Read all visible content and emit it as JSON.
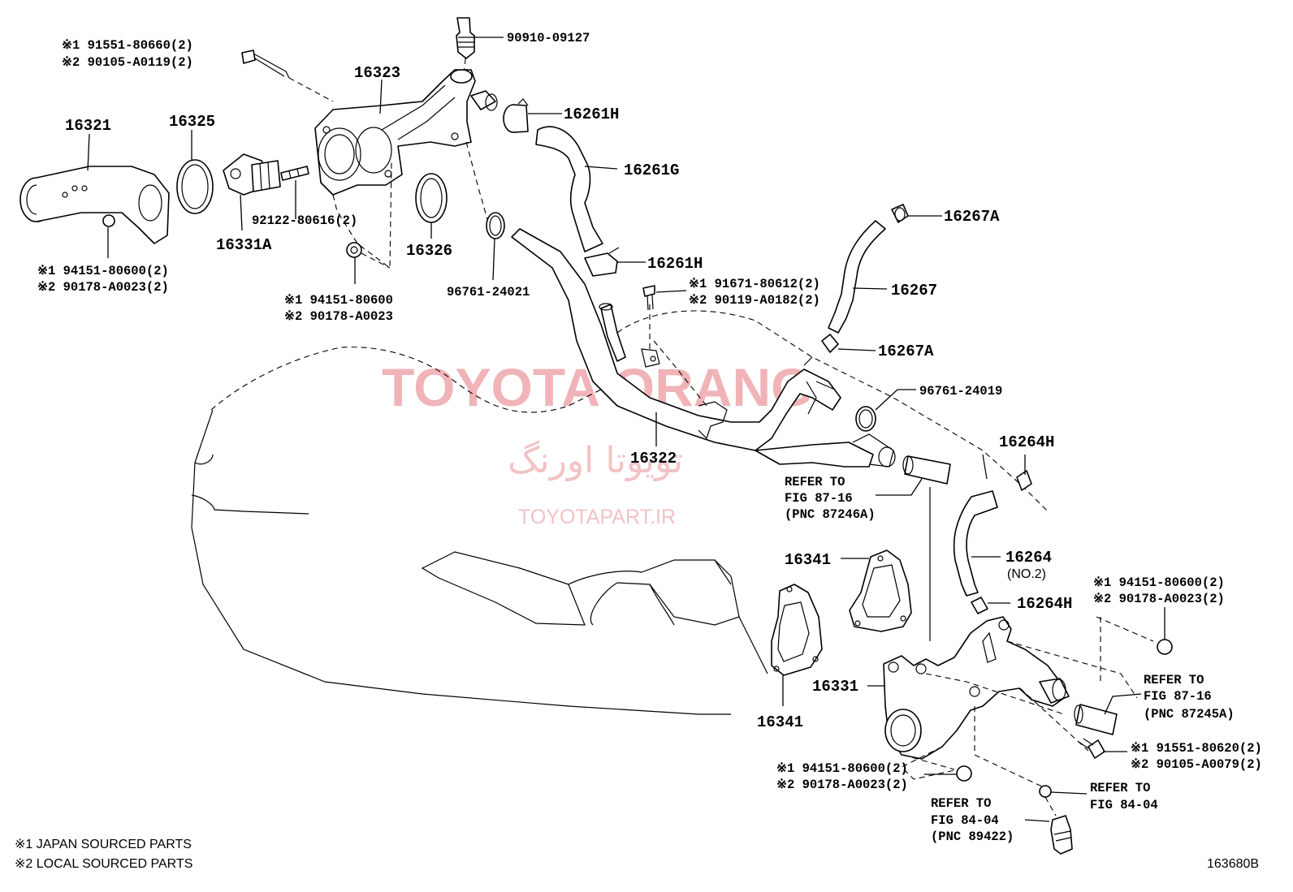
{
  "watermark": {
    "title": "TOYOTA ORANG",
    "persian": "تویوتا اورنگ",
    "site": "TOYOTAPART.IR"
  },
  "labels": {
    "p16323": "16323",
    "p16321": "16321",
    "p16325": "16325",
    "p16331a": "16331A",
    "p16326": "16326",
    "bolt_top_1": "※1 91551-80660(2)",
    "bolt_top_2": "※2 90105-A0119(2)",
    "stud": "92122-80616(2)",
    "nut_left_1": "※1 94151-80600(2)",
    "nut_left_2": "※2 90178-A0023(2)",
    "nut_mid_1": "※1 94151-80600",
    "nut_mid_2": "※2 90178-A0023",
    "gasket_a": "96761-24021",
    "sensor_top": "90910-09127",
    "h16261h_a": "16261H",
    "h16261g": "16261G",
    "h16261h_b": "16261H",
    "bolt_mid_1": "※1 91671-80612(2)",
    "bolt_mid_2": "※2 90119-A0182(2)",
    "h16267a_a": "16267A",
    "h16267": "16267",
    "h16267a_b": "16267A",
    "gasket_b": "96761-24019",
    "p16322": "16322",
    "refer_87_16_a_1": "REFER TO",
    "refer_87_16_a_2": "FIG 87-16",
    "refer_87_16_a_3": "(PNC 87246A)",
    "h16264h_a": "16264H",
    "h16264": "16264",
    "h16264_sub": "(NO.2)",
    "h16264h_b": "16264H",
    "p16341_a": "16341",
    "p16341_b": "16341",
    "p16331": "16331",
    "nut_right_1": "※1 94151-80600(2)",
    "nut_right_2": "※2 90178-A0023(2)",
    "refer_87_16_b_1": "REFER TO",
    "refer_87_16_b_2": "FIG 87-16",
    "refer_87_16_b_3": "(PNC 87245A)",
    "bolt_right_1": "※1 91551-80620(2)",
    "bolt_right_2": "※2 90105-A0079(2)",
    "nut_bottom_1": "※1 94151-80600(2)",
    "nut_bottom_2": "※2 90178-A0023(2)",
    "refer_84_04_a_1": "REFER TO",
    "refer_84_04_a_2": "FIG 84-04",
    "refer_84_04_a_3": "(PNC 89422)",
    "refer_84_04_b_1": "REFER TO",
    "refer_84_04_b_2": "FIG 84-04"
  },
  "legend": {
    "japan": "※1 JAPAN SOURCED PARTS",
    "local": "※2 LOCAL SOURCED PARTS"
  },
  "figure_code": "163680B"
}
